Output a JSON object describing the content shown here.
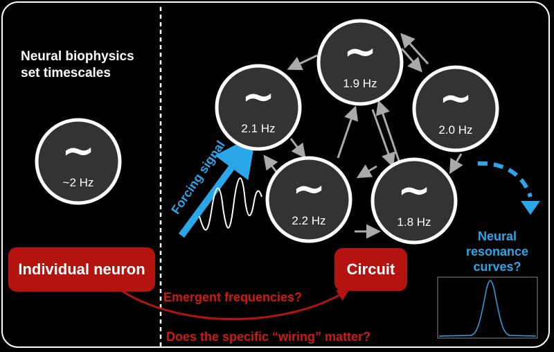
{
  "intro_text": [
    "Neural biophysics",
    "set timescales"
  ],
  "single_neuron": {
    "freq": "~2 Hz"
  },
  "circuit_nodes": [
    {
      "id": "a",
      "freq": "2.1 Hz"
    },
    {
      "id": "b",
      "freq": "1.9 Hz"
    },
    {
      "id": "c",
      "freq": "2.0 Hz"
    },
    {
      "id": "d",
      "freq": "2.2 Hz"
    },
    {
      "id": "e",
      "freq": "1.8 Hz"
    }
  ],
  "labels": {
    "individual_neuron": "Individual neuron",
    "circuit": "Circuit",
    "forcing_signal": "Forcing signal",
    "resonance": [
      "Neural",
      "resonance",
      "curves?"
    ],
    "emergent": "Emergent frequencies?",
    "wiring": "Does the specific “wiring” matter?"
  },
  "glyph": "~",
  "colors": {
    "red": "#b3140f",
    "red_text": "#d01a10",
    "blue": "#2aa7e8",
    "node_fill": "#333333",
    "arrow_grey": "#aaaaaa"
  }
}
